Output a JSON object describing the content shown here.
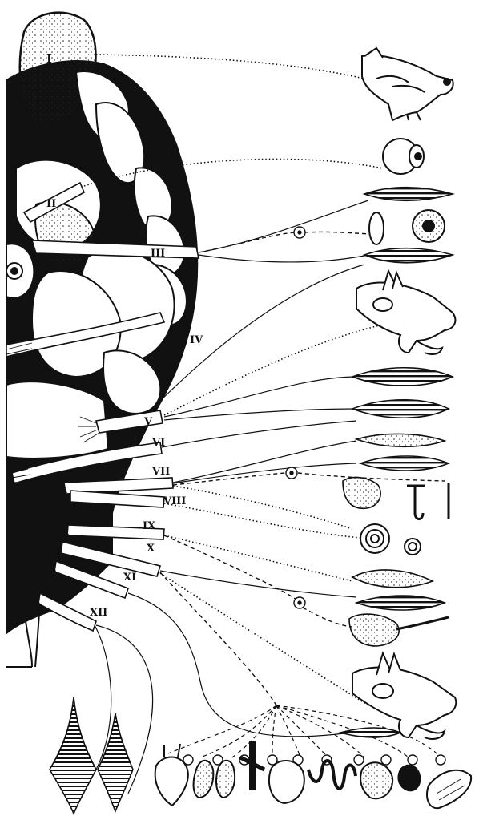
{
  "figure": {
    "nerve_labels": [
      "I",
      "II",
      "III",
      "IV",
      "V",
      "VI",
      "VII",
      "VIII",
      "IX",
      "X",
      "XI",
      "XII"
    ]
  },
  "colors": {
    "ink": "#111111",
    "paper": "#ffffff",
    "shade": "#1a1a1a"
  },
  "icons": [
    "dog-head-icon",
    "eye-icon",
    "iris-icon",
    "muscle-icon",
    "salivary-gland-icon",
    "ear-cochlea-icon",
    "heart-icon",
    "lungs-icon",
    "stomach-icon",
    "intestine-icon",
    "kidney-icon",
    "ganglion-icon"
  ]
}
